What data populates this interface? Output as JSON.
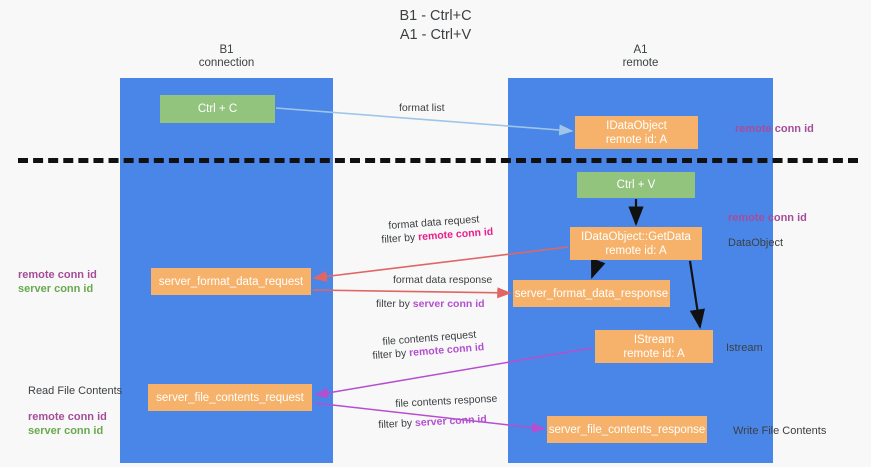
{
  "title": {
    "line1": "B1 - Ctrl+C",
    "line2": "A1 - Ctrl+V"
  },
  "lanes": [
    {
      "id": "b1",
      "name": "B1",
      "subtitle": "connection"
    },
    {
      "id": "a1",
      "name": "A1",
      "subtitle": "remote"
    }
  ],
  "boxes": {
    "ctrl_c": {
      "line1": "Ctrl + C",
      "color": "#93c47d"
    },
    "idataobject": {
      "line1": "IDataObject",
      "line2": "remote id: A",
      "color": "#f6b26b"
    },
    "ctrl_v": {
      "line1": "Ctrl + V",
      "color": "#93c47d"
    },
    "getdata": {
      "line1": "IDataObject::GetData",
      "line2": "remote id: A",
      "color": "#f6b26b"
    },
    "format_data_request": {
      "line1": "server_format_data_request",
      "color": "#f6b26b"
    },
    "format_data_response": {
      "line1": "server_format_data_response",
      "color": "#f6b26b"
    },
    "istream": {
      "line1": "IStream",
      "line2": "remote id: A",
      "color": "#f6b26b"
    },
    "file_contents_request": {
      "line1": "server_file_contents_request",
      "color": "#f6b26b"
    },
    "file_contents_response": {
      "line1": "server_file_contents_response",
      "color": "#f6b26b"
    }
  },
  "side_labels": {
    "remote_conn_id_top": "remote conn id",
    "remote_conn_id_mid": "remote conn id",
    "dataobject": "DataObject",
    "istream": "Istream",
    "write_file_contents": "Write File Contents",
    "read_file_contents": "Read File Contents",
    "left_remote_conn_id": "remote conn id",
    "left_server_conn_id": "server conn id",
    "left_remote_conn_id_2": "remote conn id",
    "left_server_conn_id_2": "server conn id"
  },
  "arrow_labels": {
    "format_list": "format list",
    "format_data_request": "format data request",
    "format_data_request_filter_prefix": "filter by ",
    "format_data_request_filter_key": "remote conn id",
    "format_data_response": "format data response",
    "format_data_response_filter_prefix": "filter by ",
    "format_data_response_filter_key": "server conn id",
    "file_contents_request": "file contents request",
    "file_contents_request_filter_prefix": "filter by ",
    "file_contents_request_filter_key": "remote conn id",
    "file_contents_response": "file contents response",
    "file_contents_response_filter_prefix": "filter by ",
    "file_contents_response_filter_key": "server conn id"
  },
  "colors": {
    "lane": "#4a86e8",
    "orange": "#f6b26b",
    "green": "#93c47d",
    "purple": "#a64d9a",
    "green_text": "#6aa84f",
    "pink": "#e91e8c",
    "magenta": "#b44fd0",
    "background": "#f8f8f8",
    "divider": "#111111",
    "arrow_blue": "#9fc5e8",
    "arrow_red": "#e06666",
    "arrow_black": "#000000"
  }
}
